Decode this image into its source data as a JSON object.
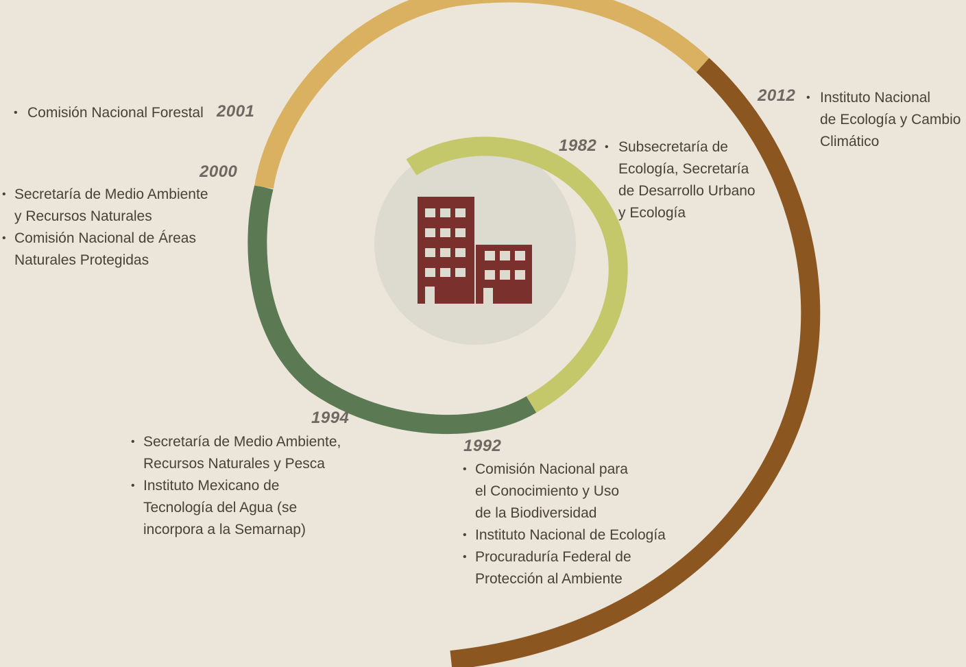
{
  "colors": {
    "background": "#ebe6d9",
    "arc_1982": "#c5c76b",
    "arc_1992_1994": "#5b7a53",
    "arc_2000_2001": "#d9b160",
    "arc_2012": "#8b5620",
    "center_circle": "#dddbcf",
    "building": "#7a302d"
  },
  "icon": "building-icon",
  "timeline": {
    "y1982": {
      "year": "1982",
      "items": [
        "Subsecretaría de\nEcología, Secretaría\nde Desarrollo Urbano\ny Ecología"
      ]
    },
    "y1992": {
      "year": "1992",
      "items": [
        "Comisión Nacional para\nel Conocimiento y Uso\nde la Biodiversidad",
        "Instituto Nacional de Ecología",
        "Procuraduría Federal de\nProtección al Ambiente"
      ]
    },
    "y1994": {
      "year": "1994",
      "items": [
        "Secretaría de Medio Ambiente,\nRecursos Naturales y Pesca",
        "Instituto Mexicano de\nTecnología del Agua (se\nincorpora a la Semarnap)"
      ]
    },
    "y2000": {
      "year": "2000",
      "items": [
        "Secretaría de Medio Ambiente\ny Recursos Naturales",
        "Comisión Nacional de Áreas\nNaturales Protegidas"
      ]
    },
    "y2001": {
      "year": "2001",
      "items": [
        "Comisión Nacional Forestal"
      ]
    },
    "y2012": {
      "year": "2012",
      "items": [
        "Instituto Nacional\nde Ecología y Cambio\nClimático"
      ]
    }
  }
}
